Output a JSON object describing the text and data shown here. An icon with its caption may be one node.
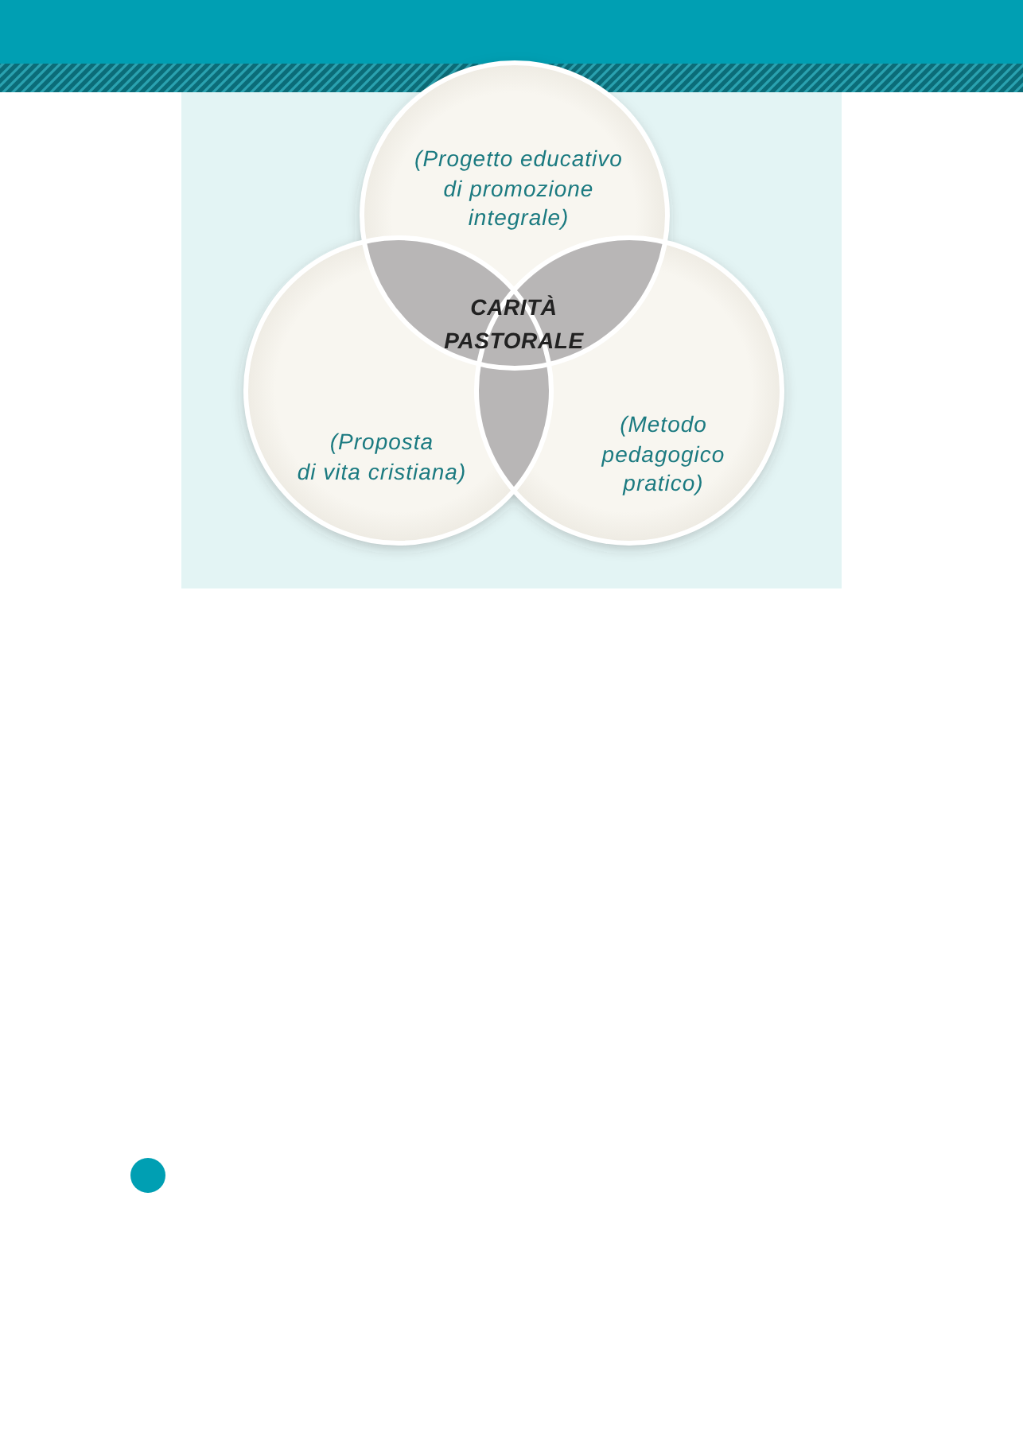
{
  "diagram": {
    "nodes": [
      {
        "text": [
          "(Progetto educativo di promozione integrale)"
        ]
      },
      {
        "text": [
          "(Proposta di vita cristiana)"
        ]
      },
      {
        "text": [
          "(Metodo pedagogico pratico)"
        ]
      }
    ],
    "labels": [
      "CARITÀ PASTORALE"
    ]
  }
}
